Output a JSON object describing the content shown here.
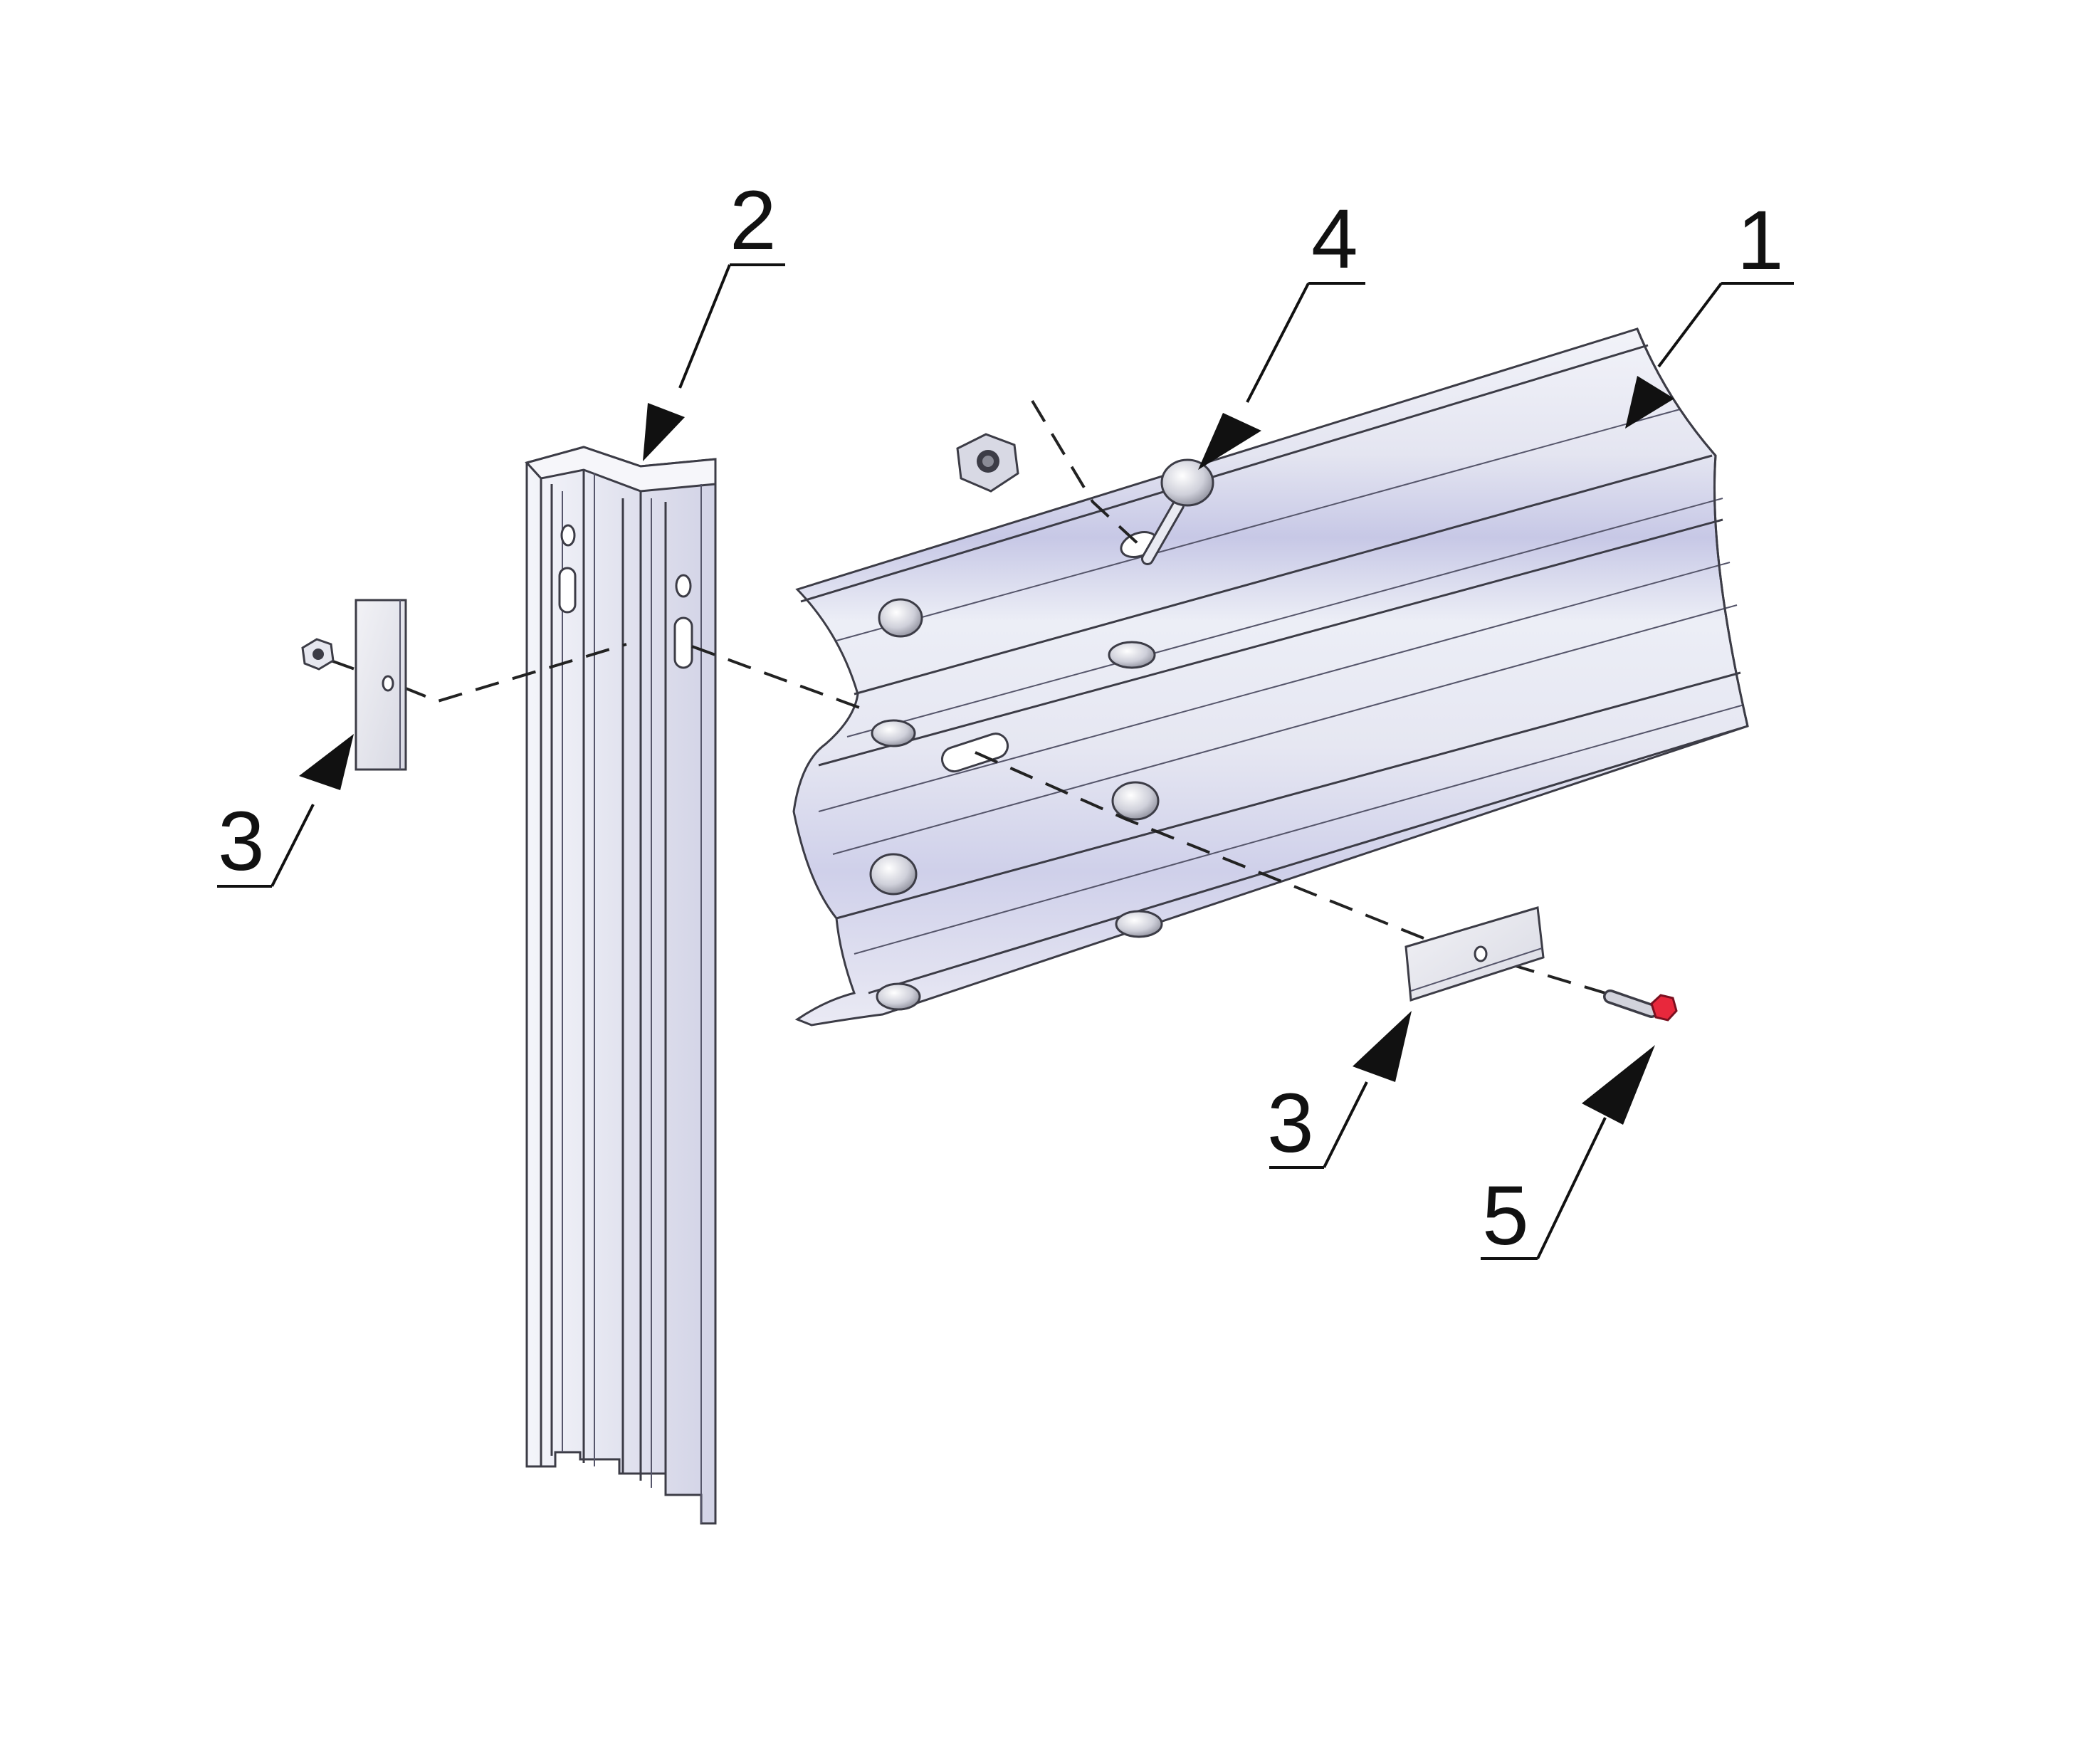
{
  "diagram": {
    "type": "exploded assembly drawing",
    "colors": {
      "metal_light": "#eef0f6",
      "metal_mid": "#d6d8e8",
      "metal_shadow": "#b9bbdc",
      "line": "#3c3c46",
      "bolt_head_red": "#e8283c"
    },
    "callouts": [
      {
        "id": "1",
        "label": "1",
        "part": "beam-rail"
      },
      {
        "id": "2",
        "label": "2",
        "part": "post"
      },
      {
        "id": "3a",
        "label": "3",
        "part": "backing-plate-left"
      },
      {
        "id": "3b",
        "label": "3",
        "part": "backing-plate-right"
      },
      {
        "id": "4",
        "label": "4",
        "part": "button-head-bolt"
      },
      {
        "id": "5",
        "label": "5",
        "part": "hex-bolt"
      }
    ]
  }
}
